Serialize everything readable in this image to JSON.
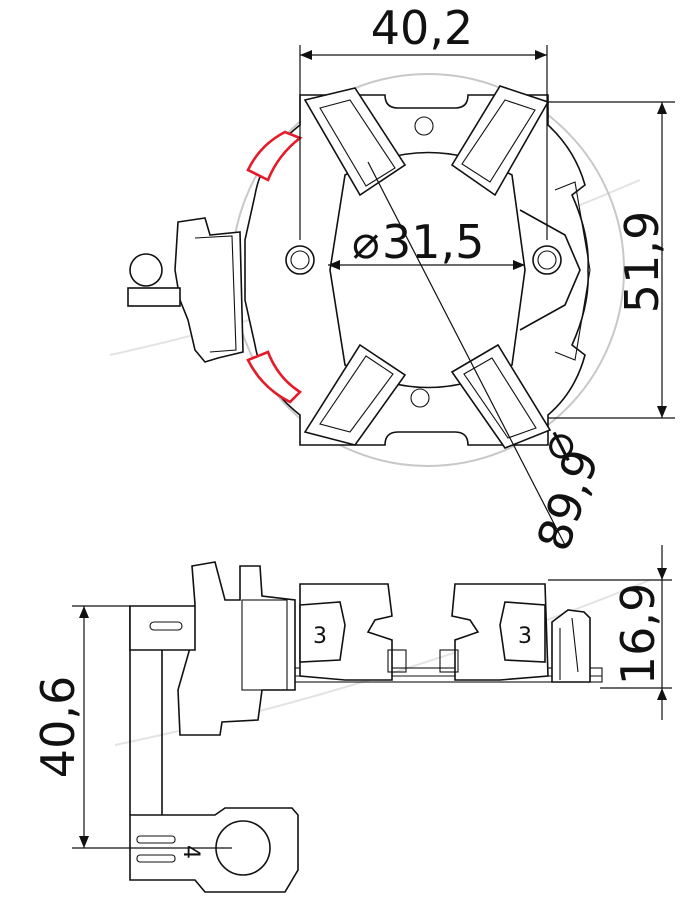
{
  "dimensions": {
    "width_top": "40,2",
    "inner_diameter": "31,5",
    "height_side": "51,9",
    "outer_diameter": "89,9",
    "diameter_symbol": "⌀",
    "stack_height": "16,9",
    "lead_length": "40,6"
  },
  "brush_labels": {
    "left": "3",
    "right": "3",
    "terminal": "4"
  },
  "colors": {
    "line": "#111111",
    "accent": "#e51b2a",
    "ghost": "#c8c8c8"
  }
}
